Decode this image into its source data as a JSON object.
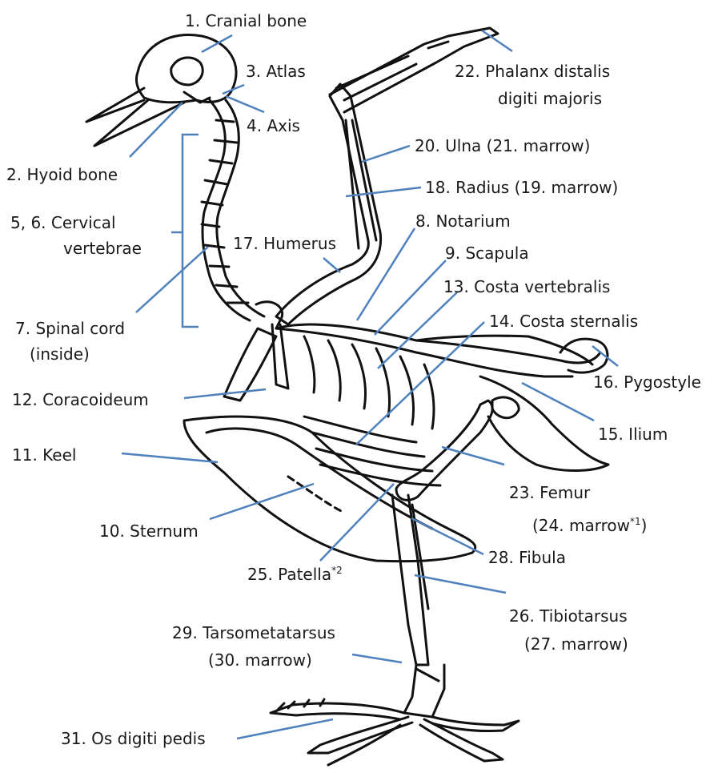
{
  "colors": {
    "bone_outline": "#111111",
    "leader_line": "#4f81bd",
    "text": "#1a1a1a",
    "background": "#ffffff"
  },
  "labels": {
    "cranial_bone": "1. Cranial bone",
    "hyoid_bone": "2. Hyoid bone",
    "atlas": "3. Atlas",
    "axis": "4. Axis",
    "cervical_line1": "5, 6. Cervical",
    "cervical_line2": "vertebrae",
    "spinal_line1": "7. Spinal cord",
    "spinal_line2": "(inside)",
    "notarium": "8. Notarium",
    "scapula": "9. Scapula",
    "sternum": "10. Sternum",
    "keel": "11. Keel",
    "coracoideum": "12. Coracoideum",
    "costa_vertebralis": "13. Costa vertebralis",
    "costa_sternalis": "14. Costa sternalis",
    "ilium": "15. Ilium",
    "pygostyle": "16. Pygostyle",
    "humerus": "17. Humerus",
    "radius": "18. Radius (19. marrow)",
    "ulna": "20. Ulna (21. marrow)",
    "phalanx_line1": "22. Phalanx distalis",
    "phalanx_line2": "digiti majoris",
    "femur_line1": "23. Femur",
    "femur_line2": "(24. marrow",
    "femur_note": "*1",
    "femur_close": ")",
    "patella": "25. Patella",
    "patella_note": "*2",
    "tibiotarsus_line1": "26. Tibiotarsus",
    "tibiotarsus_line2": "(27. marrow)",
    "fibula": "28. Fibula",
    "tarso_line1": "29. Tarsometatarsus",
    "tarso_line2": "(30. marrow)",
    "os_digiti": "31. Os digiti pedis"
  }
}
